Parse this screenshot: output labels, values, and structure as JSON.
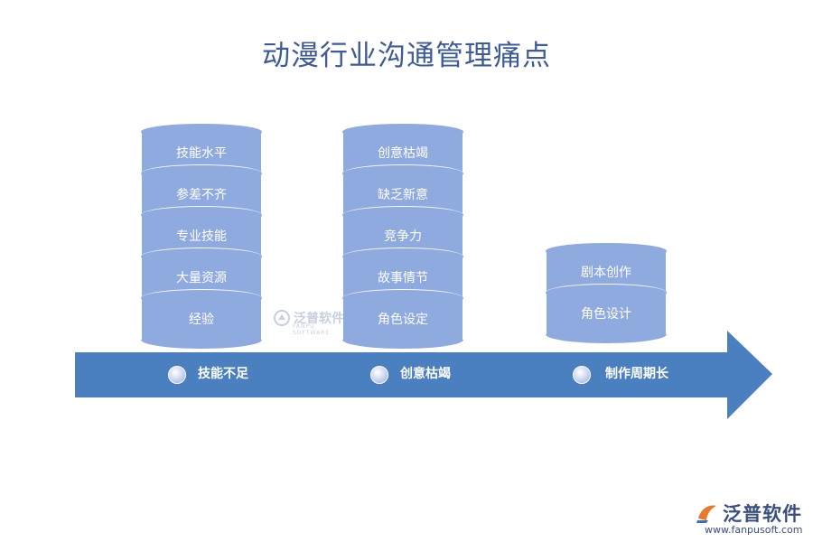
{
  "title": "动漫行业沟通管理痛点",
  "stacks": [
    {
      "segments": [
        "技能水平",
        "参差不齐",
        "专业技能",
        "大量资源",
        "经验"
      ]
    },
    {
      "segments": [
        "创意枯竭",
        "缺乏新意",
        "竞争力",
        "故事情节",
        "角色设定"
      ]
    },
    {
      "segments": [
        "剧本创作",
        "角色设计"
      ]
    }
  ],
  "timeline": {
    "nodes": [
      "技能不足",
      "创意枯竭",
      "制作周期长"
    ]
  },
  "watermark": {
    "text": "泛普软件",
    "sub": "FANPU SOFTWARE"
  },
  "logo": {
    "text": "泛普软件",
    "url": "www.fanpusoft.com"
  },
  "colors": {
    "title": "#3d5a99",
    "cylinder": "#8eaadf",
    "arrow": "#4a7fc0"
  }
}
